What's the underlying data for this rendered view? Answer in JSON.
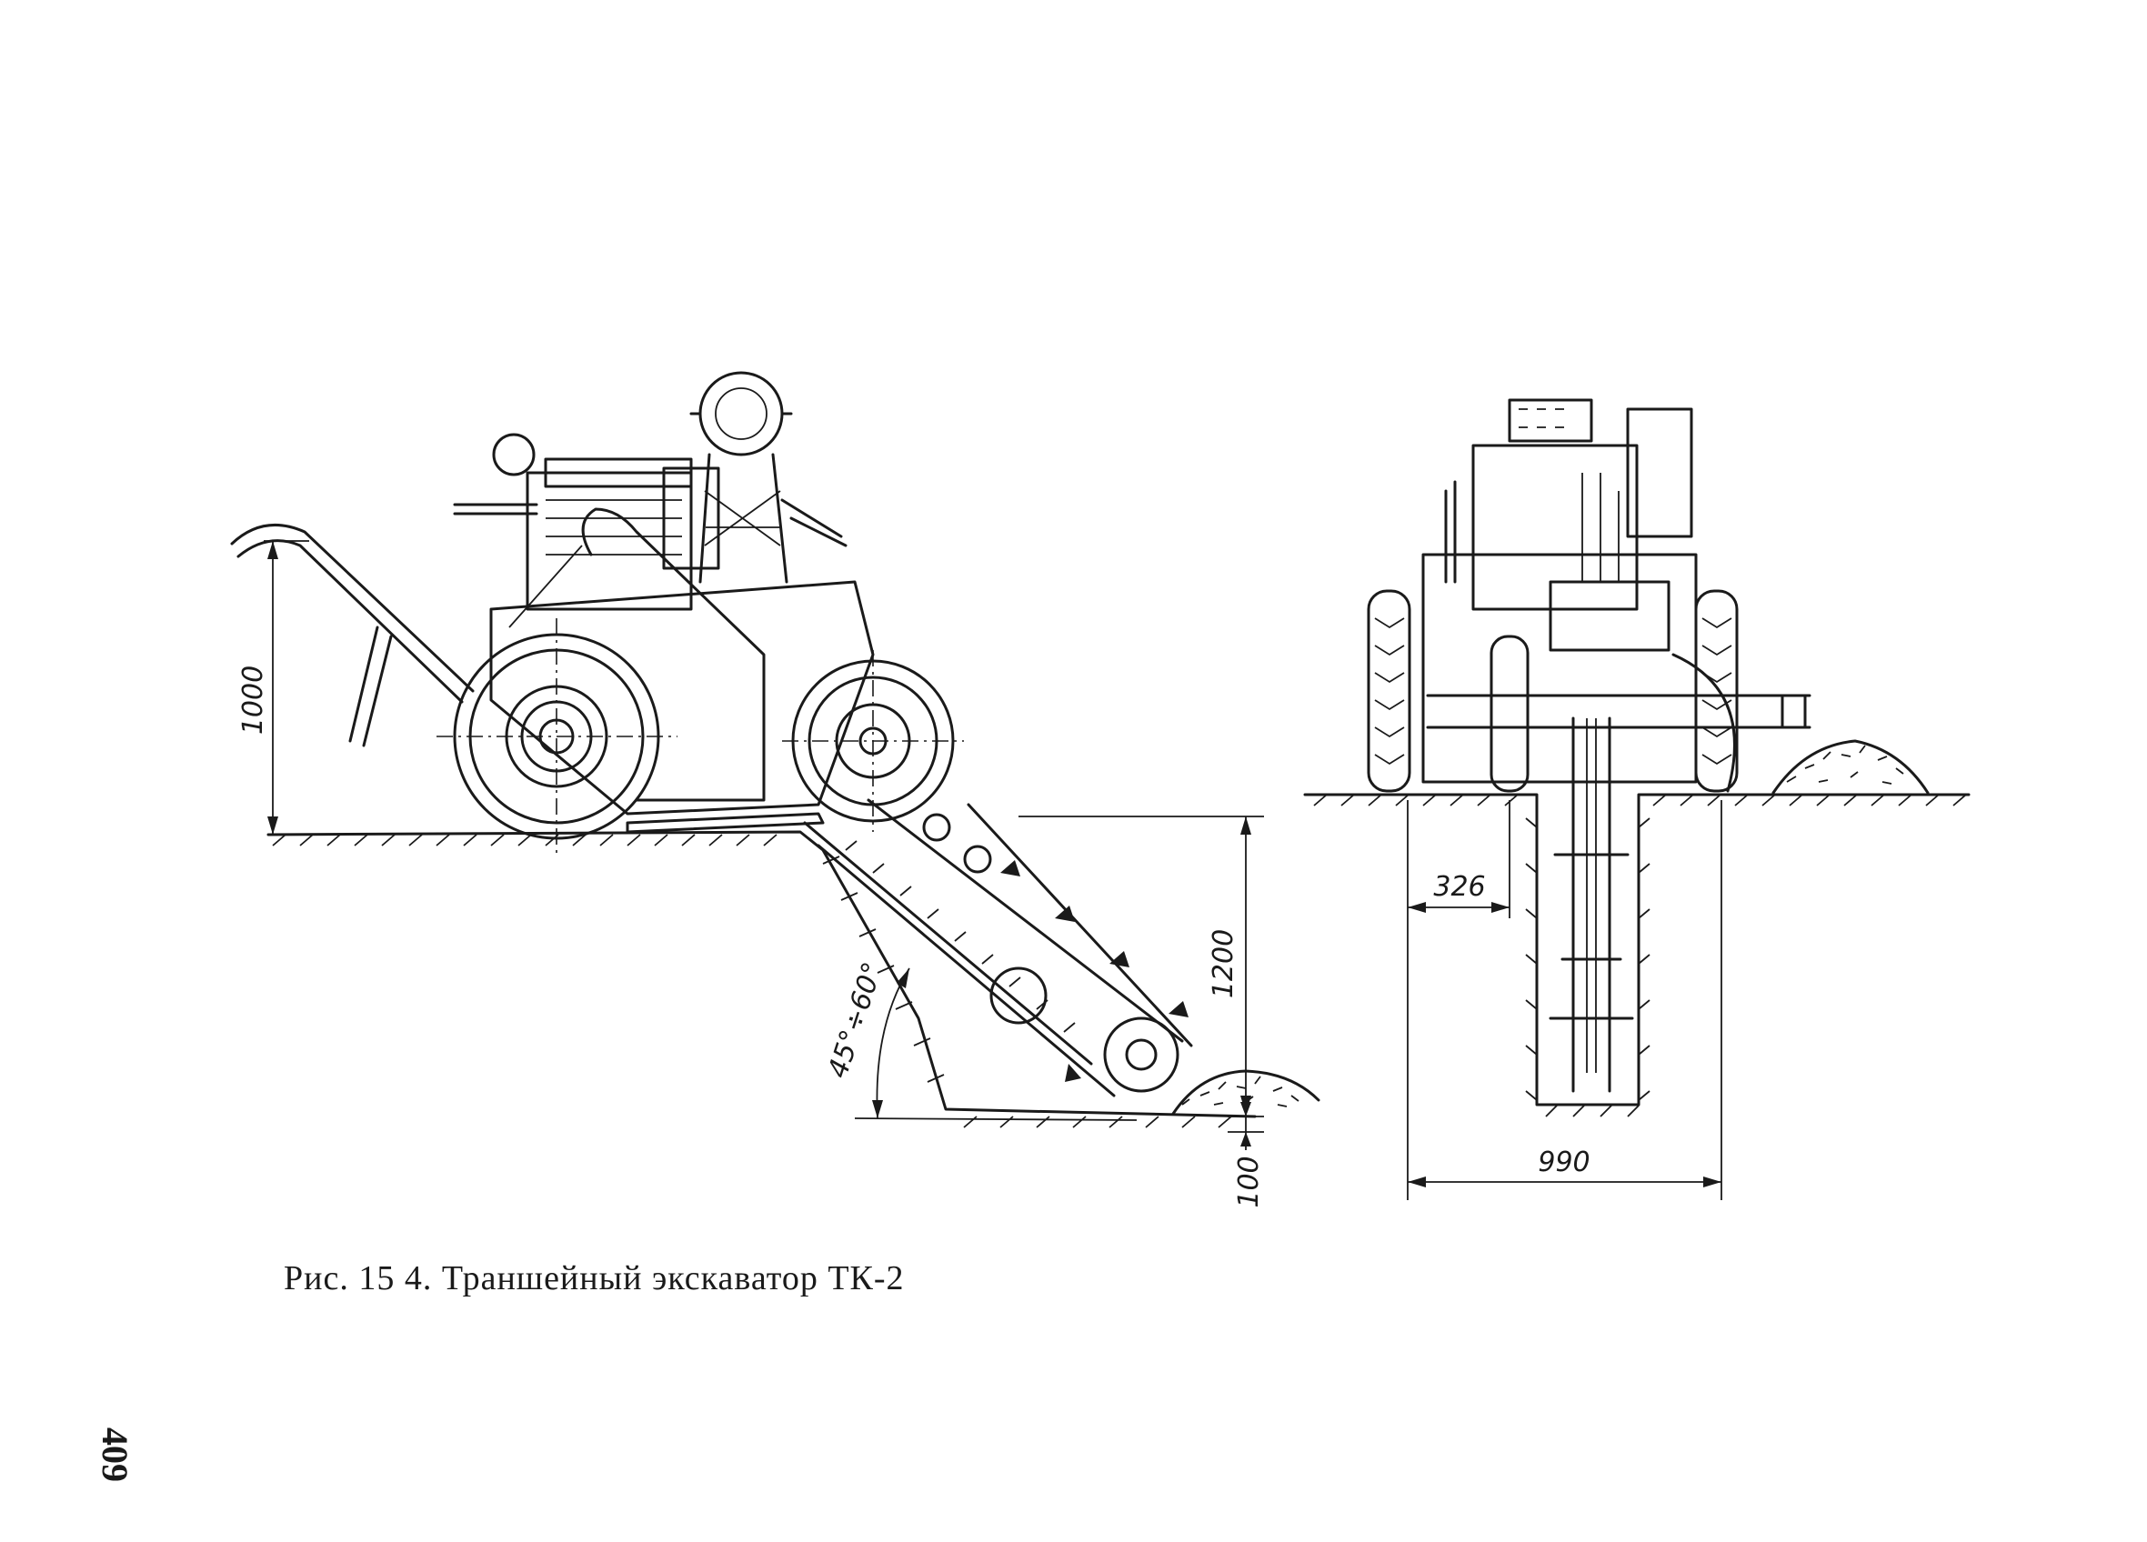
{
  "figure": {
    "caption": "Рис. 15 4. Траншейный экскаватор ТК-2",
    "page_number": "409",
    "side_view": {
      "dim_height": "1000",
      "dim_depth": "1200",
      "dim_bottom": "100",
      "dim_angle": "45°÷60°"
    },
    "front_view": {
      "dim_offset": "326",
      "dim_track": "990"
    }
  }
}
